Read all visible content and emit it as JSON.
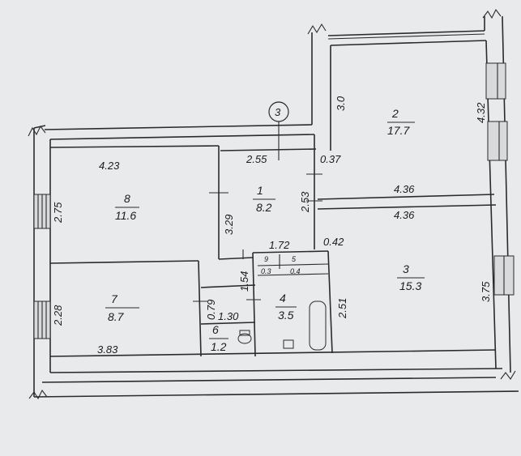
{
  "marker": "3",
  "rooms": [
    {
      "number": "1",
      "area": "8.2"
    },
    {
      "number": "2",
      "area": "17.7"
    },
    {
      "number": "3",
      "area": "15.3"
    },
    {
      "number": "4",
      "area": "3.5"
    },
    {
      "number": "5",
      "area": "0.4"
    },
    {
      "number": "6",
      "area": "1.2"
    },
    {
      "number": "7",
      "area": "8.7"
    },
    {
      "number": "8",
      "area": "11.6"
    },
    {
      "number": "9",
      "area": "0.3"
    }
  ],
  "dimensions": {
    "r8_width": "4.23",
    "r8_height": "2.75",
    "r8_right": "3.29",
    "r7_height": "2.28",
    "r7_width": "3.83",
    "r1_top": "2.55",
    "r1_side": "2.53",
    "gap_top": "0.37",
    "gap_mid": "0.42",
    "r2_left": "3.0",
    "r2_right": "4.32",
    "r2_width": "4.36",
    "r3_width": "4.36",
    "r3_right": "3.75",
    "r4_right": "2.51",
    "r4_left": "1.54",
    "r9_5_width": "1.72",
    "r6_height": "0.79",
    "r6_width": "1.30"
  }
}
